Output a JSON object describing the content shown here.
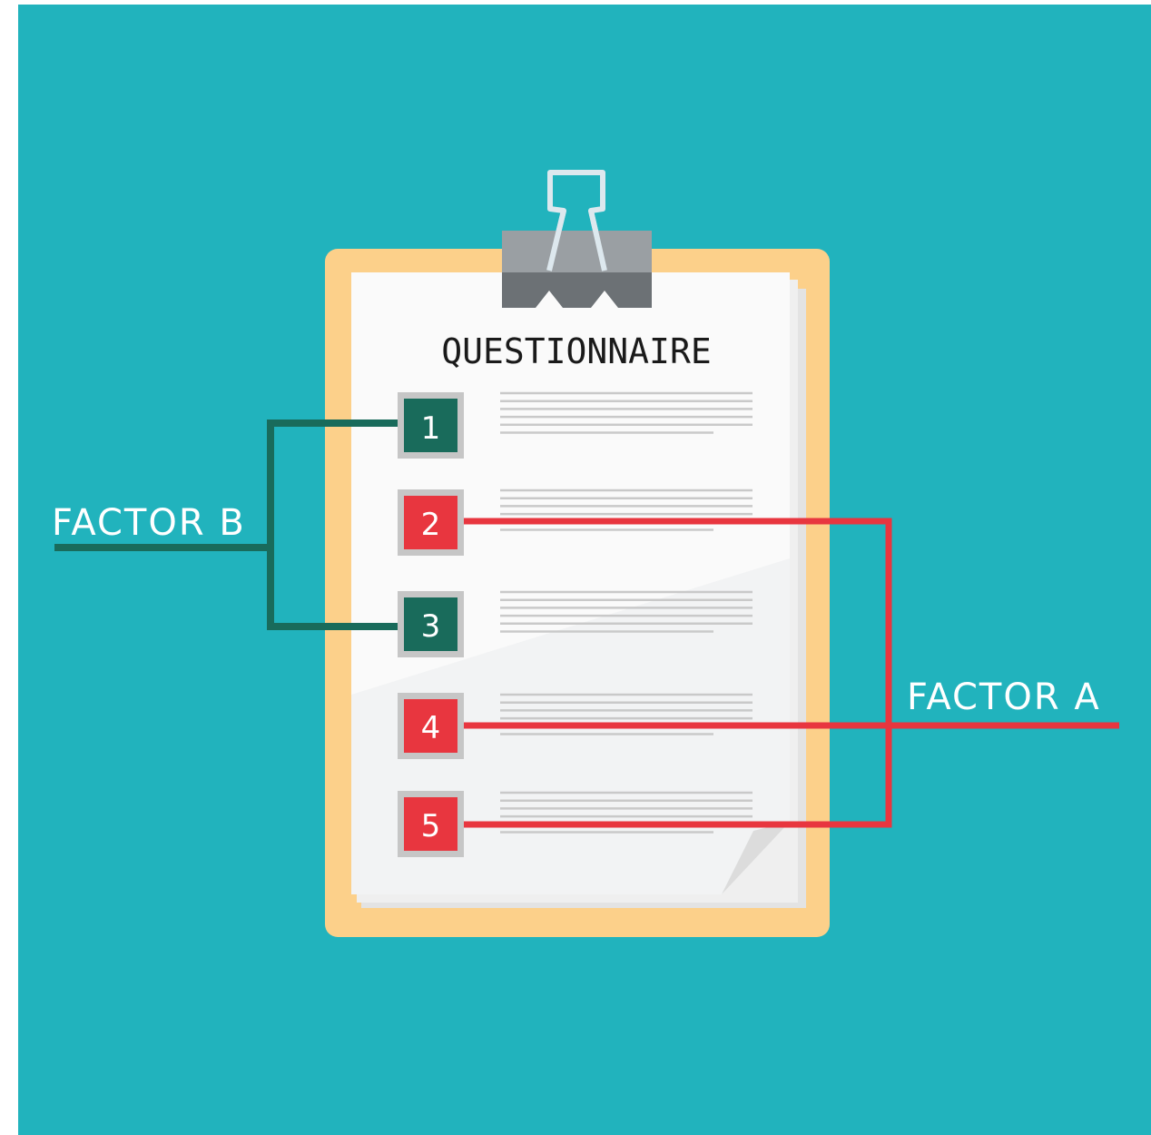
{
  "title": "QUESTIONNAIRE",
  "colors": {
    "background": "#21b3bd",
    "frame": "#ffffff",
    "clipboard": "#fcd08a",
    "paper": "#fafafa",
    "paper_shadow": "#e6e6e6",
    "text_line": "#c9c9c9",
    "clip_light": "#9a9fa3",
    "clip_dark": "#6c7175",
    "clip_wire": "#dde8ee",
    "factor_b": "#196b5b",
    "factor_a": "#e8363f",
    "box_border": "#c6c6c6",
    "label_text": "#ffffff",
    "title_text": "#1a1a1a"
  },
  "factors": [
    {
      "id": "factor_a",
      "label": "FACTOR A",
      "color": "#e8363f",
      "items": [
        "2",
        "4",
        "5"
      ]
    },
    {
      "id": "factor_b",
      "label": "FACTOR B",
      "color": "#196b5b",
      "items": [
        "1",
        "3"
      ]
    }
  ],
  "questions": [
    {
      "number": "1",
      "factor": "factor_b"
    },
    {
      "number": "2",
      "factor": "factor_a"
    },
    {
      "number": "3",
      "factor": "factor_b"
    },
    {
      "number": "4",
      "factor": "factor_a"
    },
    {
      "number": "5",
      "factor": "factor_a"
    }
  ]
}
